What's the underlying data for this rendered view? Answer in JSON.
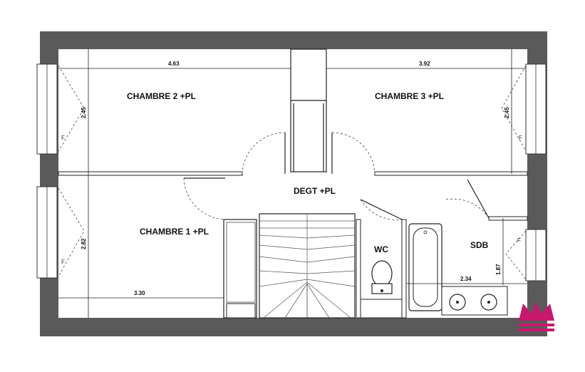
{
  "rooms": {
    "chambre2": "CHAMBRE 2 +PL",
    "chambre3": "CHAMBRE 3 +PL",
    "chambre1": "CHAMBRE 1 +PL",
    "degt": "DEGT +PL",
    "wc": "WC",
    "sdb": "SDB"
  },
  "dimensions": {
    "ch2_width": "4.63",
    "ch2_depth": "2.45",
    "ch3_width": "3.92",
    "ch3_depth": "2.45",
    "ch1_width": "3.30",
    "ch1_depth": "2.82",
    "sdb_width": "2.34",
    "sdb_depth": "1.87"
  },
  "window_marks": {
    "w1": "F",
    "w2": "F",
    "w3": "F",
    "w4": "F"
  },
  "colors": {
    "wall": "#5a5a5a",
    "logo": "#c8186e"
  },
  "logo": {
    "icon": "crown-icon"
  }
}
